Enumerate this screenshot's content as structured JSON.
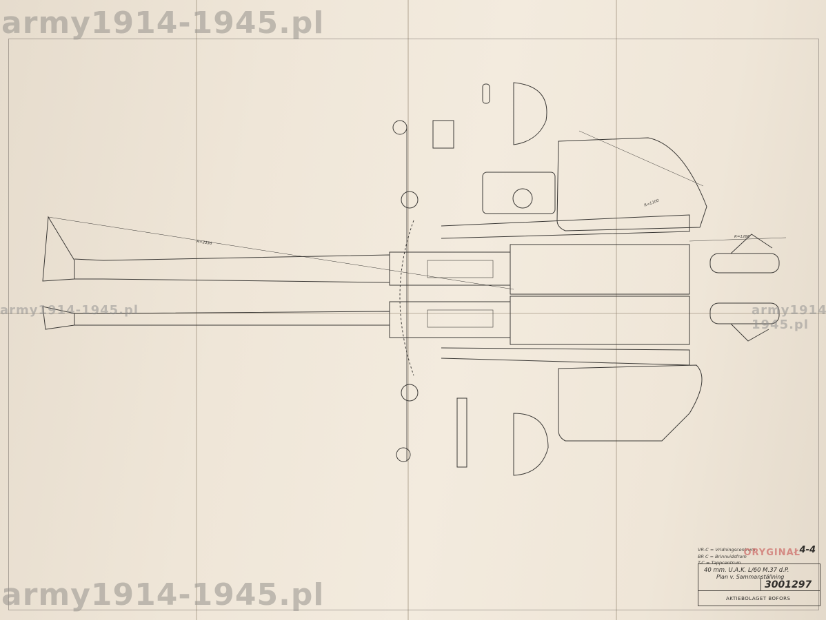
{
  "watermarks": {
    "top": "army1914-1945.pl",
    "bottom": "army1914-1945.pl",
    "mid_left": "army1914-1945.pl",
    "mid_right": "army1914-1945.pl"
  },
  "legend": [
    "VR-C = Vridningscentrum",
    "BR C = Brinnvidsfrom",
    "T-C = Tappcentrum"
  ],
  "title_block": {
    "original_label": "ORYGINAŁ",
    "sheet": "4-4",
    "title_line1": "40 mm. U.A.K. L/60 M.37 d.P.",
    "title_line2": "Plan v. Sammanställning",
    "drawing_number": "3001297",
    "company": "AKTIEBOLAGET BOFORS"
  },
  "dimensions": {
    "radius_barrel": "R=2336",
    "radius_shield": "R=1100",
    "radius_rear": "R=1286"
  },
  "colors": {
    "paper": "#efe6d8",
    "ink": "#3a3835",
    "watermark": "#969189",
    "stamp": "#cd6e69"
  }
}
